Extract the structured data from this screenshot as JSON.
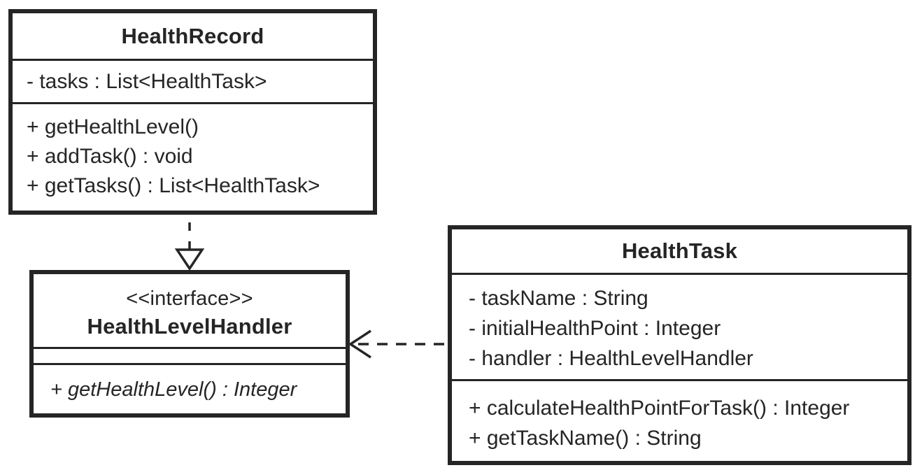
{
  "diagram": {
    "kind": "uml-class-diagram",
    "colors": {
      "line": "#252525",
      "background": "#ffffff"
    },
    "classes": [
      {
        "name": "HealthRecord",
        "stereotype": "",
        "attributes": [
          "- tasks : List<HealthTask>"
        ],
        "methods": [
          "+ getHealthLevel()",
          "+ addTask() : void",
          "+ getTasks() : List<HealthTask>"
        ]
      },
      {
        "name": "HealthLevelHandler",
        "stereotype": "<<interface>>",
        "attributes": [],
        "methods": [
          "+ getHealthLevel() : Integer"
        ]
      },
      {
        "name": "HealthTask",
        "stereotype": "",
        "attributes": [
          "- taskName : String",
          "- initialHealthPoint : Integer",
          "- handler : HealthLevelHandler"
        ],
        "methods": [
          "+ calculateHealthPointForTask() : Integer",
          "+ getTaskName() : String"
        ]
      }
    ],
    "relationships": [
      {
        "type": "realization",
        "from": "HealthRecord",
        "to": "HealthLevelHandler",
        "line": "dashed",
        "arrowhead": "hollow-triangle"
      },
      {
        "type": "dependency",
        "from": "HealthTask",
        "to": "HealthLevelHandler",
        "line": "dashed",
        "arrowhead": "open"
      }
    ]
  }
}
